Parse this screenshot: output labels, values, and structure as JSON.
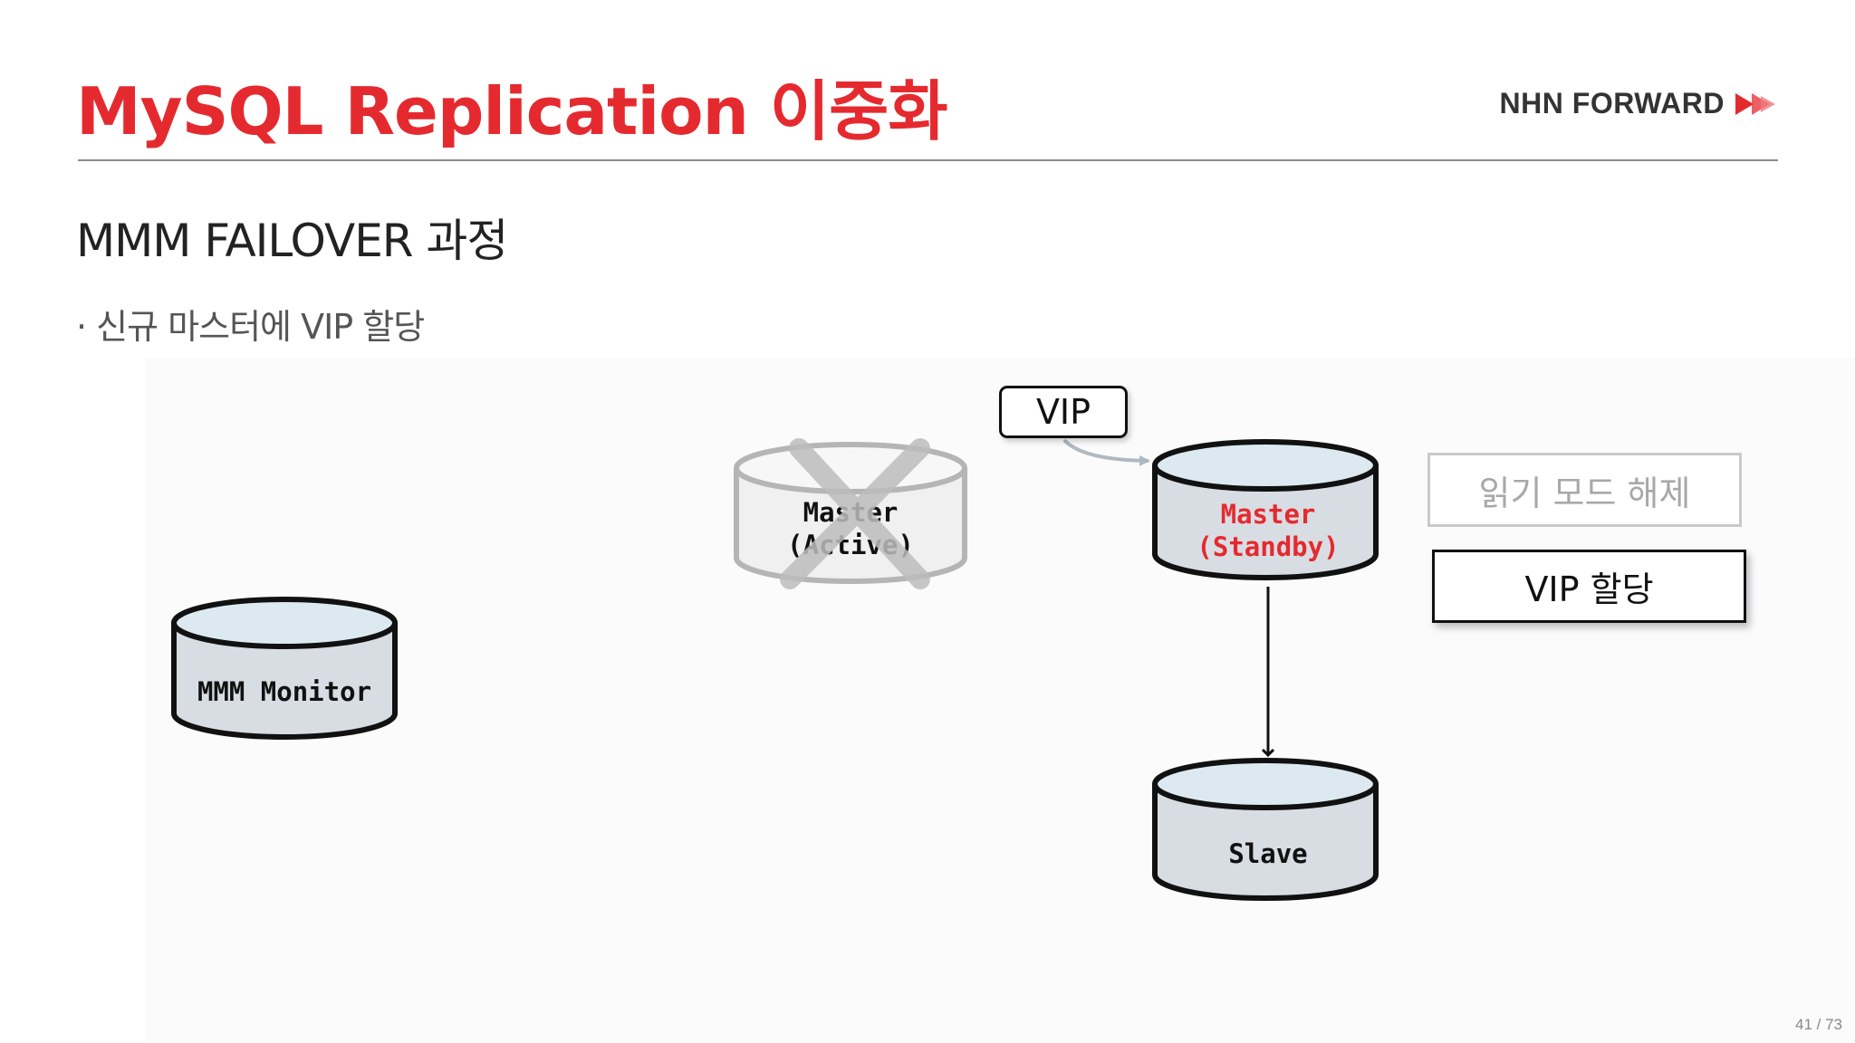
{
  "slide": {
    "title": "MySQL Replication 이중화",
    "brand": "NHN FORWARD",
    "subtitle": "MMM FAILOVER 과정",
    "bullet": "· 신규 마스터에 VIP 할당",
    "page": "41 / 73"
  },
  "diagram": {
    "monitor_label": "MMM Monitor",
    "failed_master_line1": "Master",
    "failed_master_line2": "(Active)",
    "standby_line1": "Master",
    "standby_line2": "(Standby)",
    "slave_label": "Slave",
    "vip_label": "VIP",
    "step_read_mode": "읽기 모드 해제",
    "step_vip_assign": "VIP 할당"
  },
  "colors": {
    "accent_red": "#e52a2f",
    "db_fill": "#d8dde3",
    "db_top": "#dce9f0",
    "failed_gray": "#b5b5b5"
  }
}
